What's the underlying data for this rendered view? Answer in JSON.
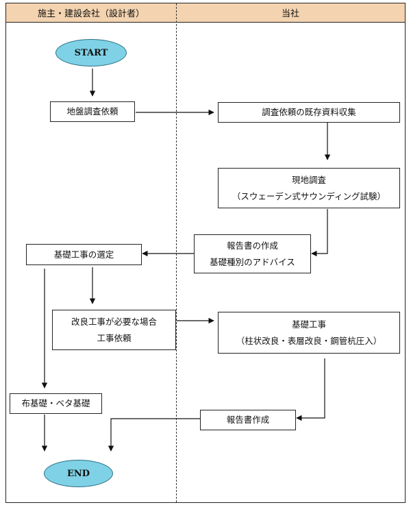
{
  "headers": {
    "left": "施主・建設会社（設計者）",
    "right": "当社"
  },
  "nodes": {
    "start": "START",
    "end": "END",
    "request": "地盤調査依頼",
    "collect": "調査依頼の既存資料収集",
    "survey": {
      "line1": "現地調査",
      "line2": "（スウェーデン式サウンディング試験）"
    },
    "report_advice": {
      "line1": "報告書の作成",
      "line2": "基礎種別のアドバイス"
    },
    "selection": "基礎工事の選定",
    "improve": {
      "line1": "改良工事が必要な場合",
      "line2": "工事依頼"
    },
    "foundation": {
      "line1": "基礎工事",
      "line2": "（柱状改良・表層改良・鋼管杭圧入）"
    },
    "standard": "布基礎・ベタ基礎",
    "report": "報告書作成"
  },
  "colors": {
    "header_bg": "#f3d3b0",
    "oval_fill": "#7fd1e6",
    "oval_stroke": "#2a6f86",
    "line": "#111111"
  }
}
